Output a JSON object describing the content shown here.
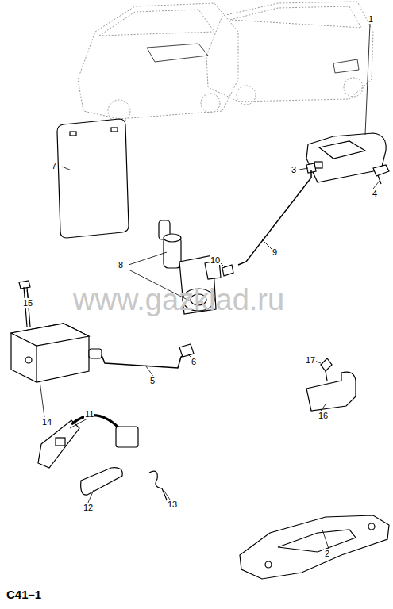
{
  "diagram": {
    "caption": "C41–1",
    "labels": [
      "1",
      "2",
      "3",
      "4",
      "5",
      "6",
      "7",
      "8",
      "9",
      "10",
      "11",
      "12",
      "13",
      "14",
      "15",
      "16",
      "17",
      "www.gazklad.ru"
    ]
  }
}
